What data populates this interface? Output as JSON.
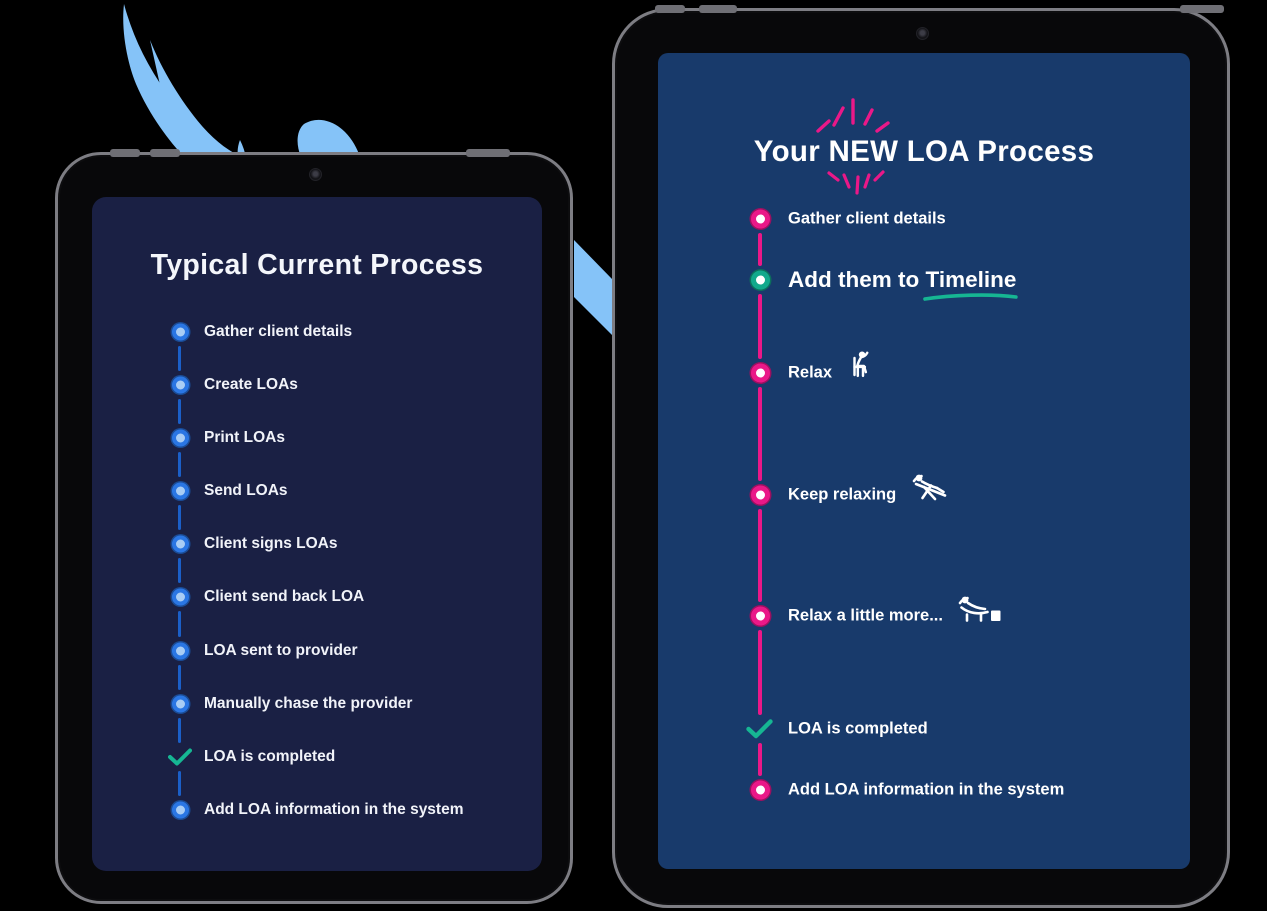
{
  "page": {
    "background": "#000000",
    "brush_color": "#85C3F8"
  },
  "left_tablet": {
    "title": "Typical Current Process",
    "screen_color": "#1A2044",
    "accent_blue": "#2A76E4",
    "check_color": "#16B693",
    "items": [
      {
        "label": "Gather client details",
        "marker": "dot"
      },
      {
        "label": "Create LOAs",
        "marker": "dot"
      },
      {
        "label": "Print LOAs",
        "marker": "dot"
      },
      {
        "label": "Send LOAs",
        "marker": "dot"
      },
      {
        "label": "Client signs LOAs",
        "marker": "dot"
      },
      {
        "label": "Client send back LOA",
        "marker": "dot"
      },
      {
        "label": "LOA sent to provider",
        "marker": "dot"
      },
      {
        "label": "Manually chase the provider",
        "marker": "dot"
      },
      {
        "label": "LOA is completed",
        "marker": "check"
      },
      {
        "label": "Add LOA information in the system",
        "marker": "dot"
      }
    ]
  },
  "right_tablet": {
    "title": "Your NEW LOA Process",
    "screen_color": "#183A6B",
    "accent_pink": "#EA1888",
    "accent_teal": "#12A98C",
    "items": [
      {
        "label": "Gather client details",
        "marker": "dot-pink"
      },
      {
        "prefix": "Add them to ",
        "highlight": "Timeline",
        "marker": "dot-teal",
        "underline": "teal-swoosh"
      },
      {
        "label": "Relax",
        "marker": "dot-pink",
        "icon": "person-relaxing-on-chair-icon"
      },
      {
        "label": "Keep relaxing",
        "marker": "dot-pink",
        "icon": "person-on-deck-chair-icon"
      },
      {
        "label": "Relax a little more...",
        "marker": "dot-pink",
        "icon": "person-on-lounge-chair-icon"
      },
      {
        "label": "LOA is completed",
        "marker": "check"
      },
      {
        "label": "Add LOA information in the system",
        "marker": "dot-pink"
      }
    ]
  }
}
